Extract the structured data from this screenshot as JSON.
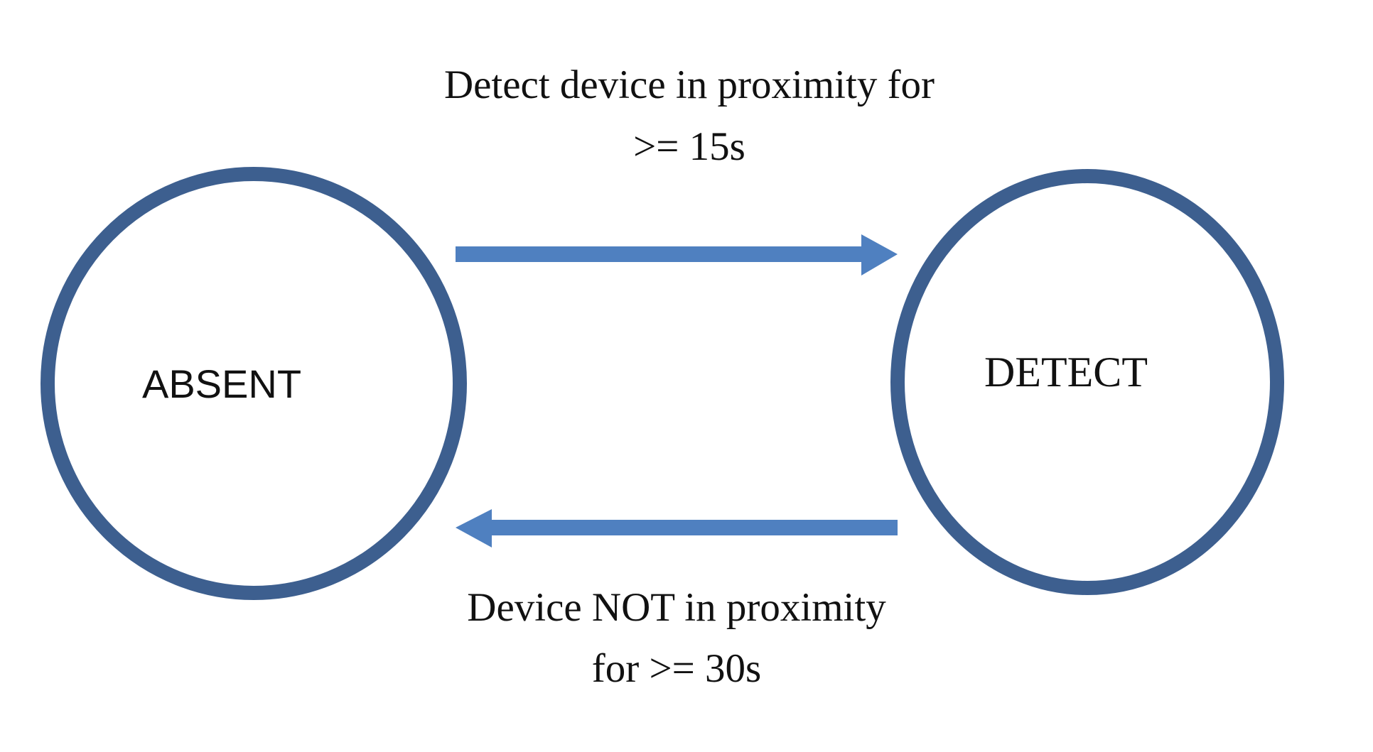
{
  "states": {
    "absent": {
      "label": "ABSENT"
    },
    "detect": {
      "label": "DETECT"
    }
  },
  "transitions": {
    "absent_to_detect": {
      "line1": "Detect device in proximity for",
      "line2": ">= 15s"
    },
    "detect_to_absent": {
      "line1": "Device NOT in proximity",
      "line2": "for >= 30s"
    }
  },
  "colors": {
    "ring": "#3d5f8f",
    "arrow": "#4f80c0",
    "text": "#111111",
    "background": "#ffffff"
  }
}
